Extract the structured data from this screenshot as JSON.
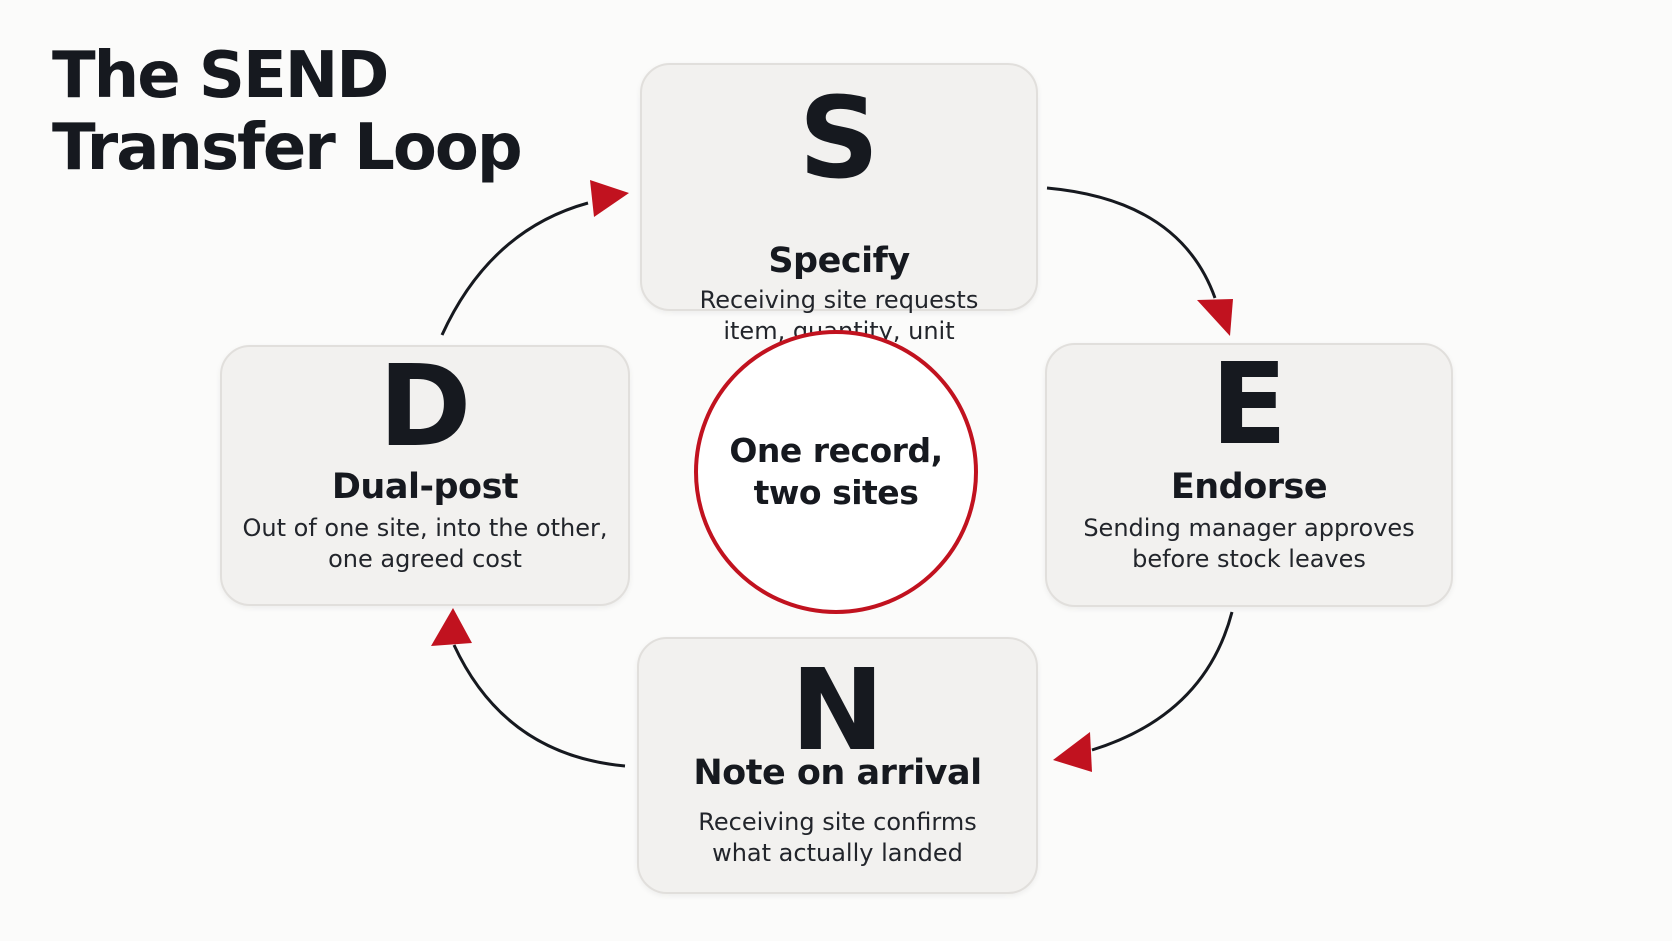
{
  "title": {
    "line1": "The SEND",
    "line2": "Transfer Loop"
  },
  "center": {
    "line1": "One record,",
    "line2": "two sites"
  },
  "steps": [
    {
      "letter": "S",
      "name": "Specify",
      "desc_line1": "Receiving site requests",
      "desc_line2": "item, quantity, unit"
    },
    {
      "letter": "E",
      "name": "Endorse",
      "desc_line1": "Sending manager approves",
      "desc_line2": "before stock leaves"
    },
    {
      "letter": "N",
      "name": "Note on arrival",
      "desc_line1": "Receiving site confirms",
      "desc_line2": "what actually landed"
    },
    {
      "letter": "D",
      "name": "Dual-post",
      "desc_line1": "Out of one site, into the other,",
      "desc_line2": "one agreed cost"
    }
  ],
  "colors": {
    "accent": "#c1121f",
    "text": "#16191f",
    "card_background": "#f2f1ef",
    "page_background": "#fbfbfa"
  }
}
